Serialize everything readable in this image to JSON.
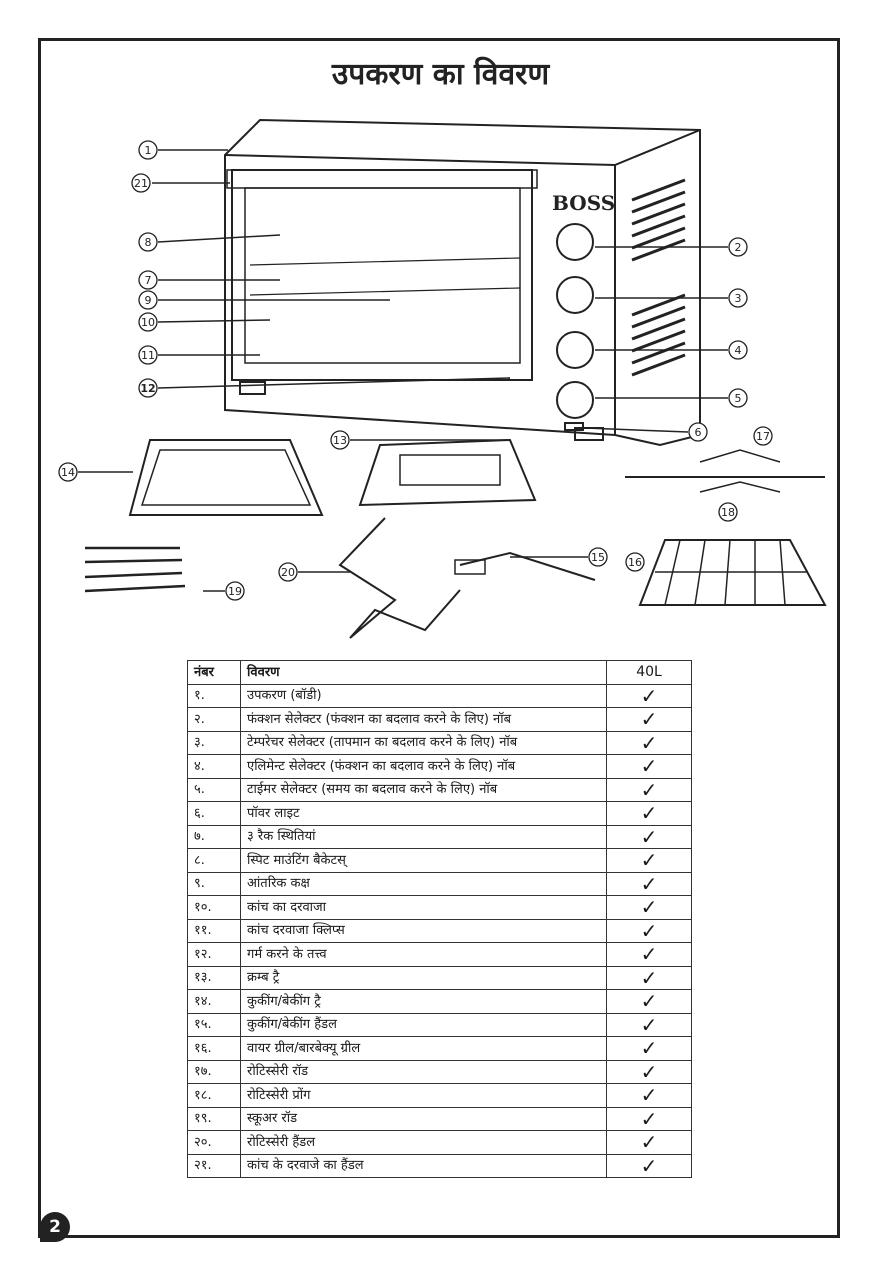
{
  "title": "उपकरण का विवरण",
  "brand": "BOSS",
  "callouts": [
    "1",
    "2",
    "3",
    "4",
    "5",
    "6",
    "7",
    "8",
    "9",
    "10",
    "11",
    "12",
    "13",
    "14",
    "15",
    "16",
    "17",
    "18",
    "19",
    "20",
    "21"
  ],
  "table": {
    "headers": {
      "number": "नंबर",
      "description": "विवरण",
      "capacity": "40L"
    },
    "rows": [
      {
        "num": "१.",
        "desc": "उपकरण (बॉडी)",
        "check": "✓"
      },
      {
        "num": "२.",
        "desc": "फंक्शन सेलेक्टर (फंक्शन का बदलाव करने के लिए) नॉब",
        "check": "✓"
      },
      {
        "num": "३.",
        "desc": "टेम्परेचर सेलेक्टर (तापमान का बदलाव करने के लिए) नॉब",
        "check": "✓"
      },
      {
        "num": "४.",
        "desc": "एलिमेन्ट सेलेक्टर (फंक्शन का बदलाव करने के लिए) नॉब",
        "check": "✓"
      },
      {
        "num": "५.",
        "desc": "टाईमर सेलेक्टर (समय का बदलाव करने के लिए) नॉब",
        "check": "✓"
      },
      {
        "num": "६.",
        "desc": "पॉवर लाइट",
        "check": "✓"
      },
      {
        "num": "७.",
        "desc": "३ रैक स्थितियां",
        "check": "✓"
      },
      {
        "num": "८.",
        "desc": "स्पिट माउंटिंग बैकेटस्",
        "check": "✓"
      },
      {
        "num": "९.",
        "desc": "आंतरिक कक्ष",
        "check": "✓"
      },
      {
        "num": "१०.",
        "desc": "कांच का दरवाजा",
        "check": "✓"
      },
      {
        "num": "११.",
        "desc": "कांच दरवाजा क्लिप्स",
        "check": "✓"
      },
      {
        "num": "१२.",
        "desc": "गर्म करने के तत्त्व",
        "check": "✓"
      },
      {
        "num": "१३.",
        "desc": "क्रम्ब ट्रै",
        "check": "✓"
      },
      {
        "num": "१४.",
        "desc": "कुकींग/बेकींग ट्रै",
        "check": "✓"
      },
      {
        "num": "१५.",
        "desc": "कुकींग/बेकींग हैंडल",
        "check": "✓"
      },
      {
        "num": "१६.",
        "desc": "वायर ग्रील/बारबेक्यू ग्रील",
        "check": "✓"
      },
      {
        "num": "१७.",
        "desc": "रोटिस्सेरी रॉड",
        "check": "✓"
      },
      {
        "num": "१८.",
        "desc": "रोटिस्सेरी प्रोंग",
        "check": "✓"
      },
      {
        "num": "१९.",
        "desc": "स्कूअर रॉड",
        "check": "✓"
      },
      {
        "num": "२०.",
        "desc": "रोटिस्सेरी हैंडल",
        "check": "✓"
      },
      {
        "num": "२१.",
        "desc": "कांच के दरवाजे का हैंडल",
        "check": "✓"
      }
    ]
  },
  "page_number": "2"
}
